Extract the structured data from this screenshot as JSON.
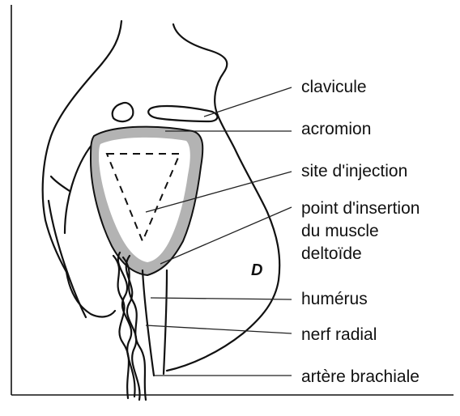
{
  "labels": {
    "clavicule": "clavicule",
    "acromion": "acromion",
    "site_injection": "site d'injection",
    "point_insertion_line1": "point d'insertion",
    "point_insertion_line2": "du muscle",
    "point_insertion_line3": "deltoïde",
    "humerus": "humérus",
    "nerf_radial": "nerf radial",
    "artere_brachiale": "artère brachiale"
  },
  "colors": {
    "outline": "#111111",
    "deltoid_shade": "#b3b3b3",
    "injection_zone_fill": "#ffffff",
    "background": "#ffffff"
  }
}
